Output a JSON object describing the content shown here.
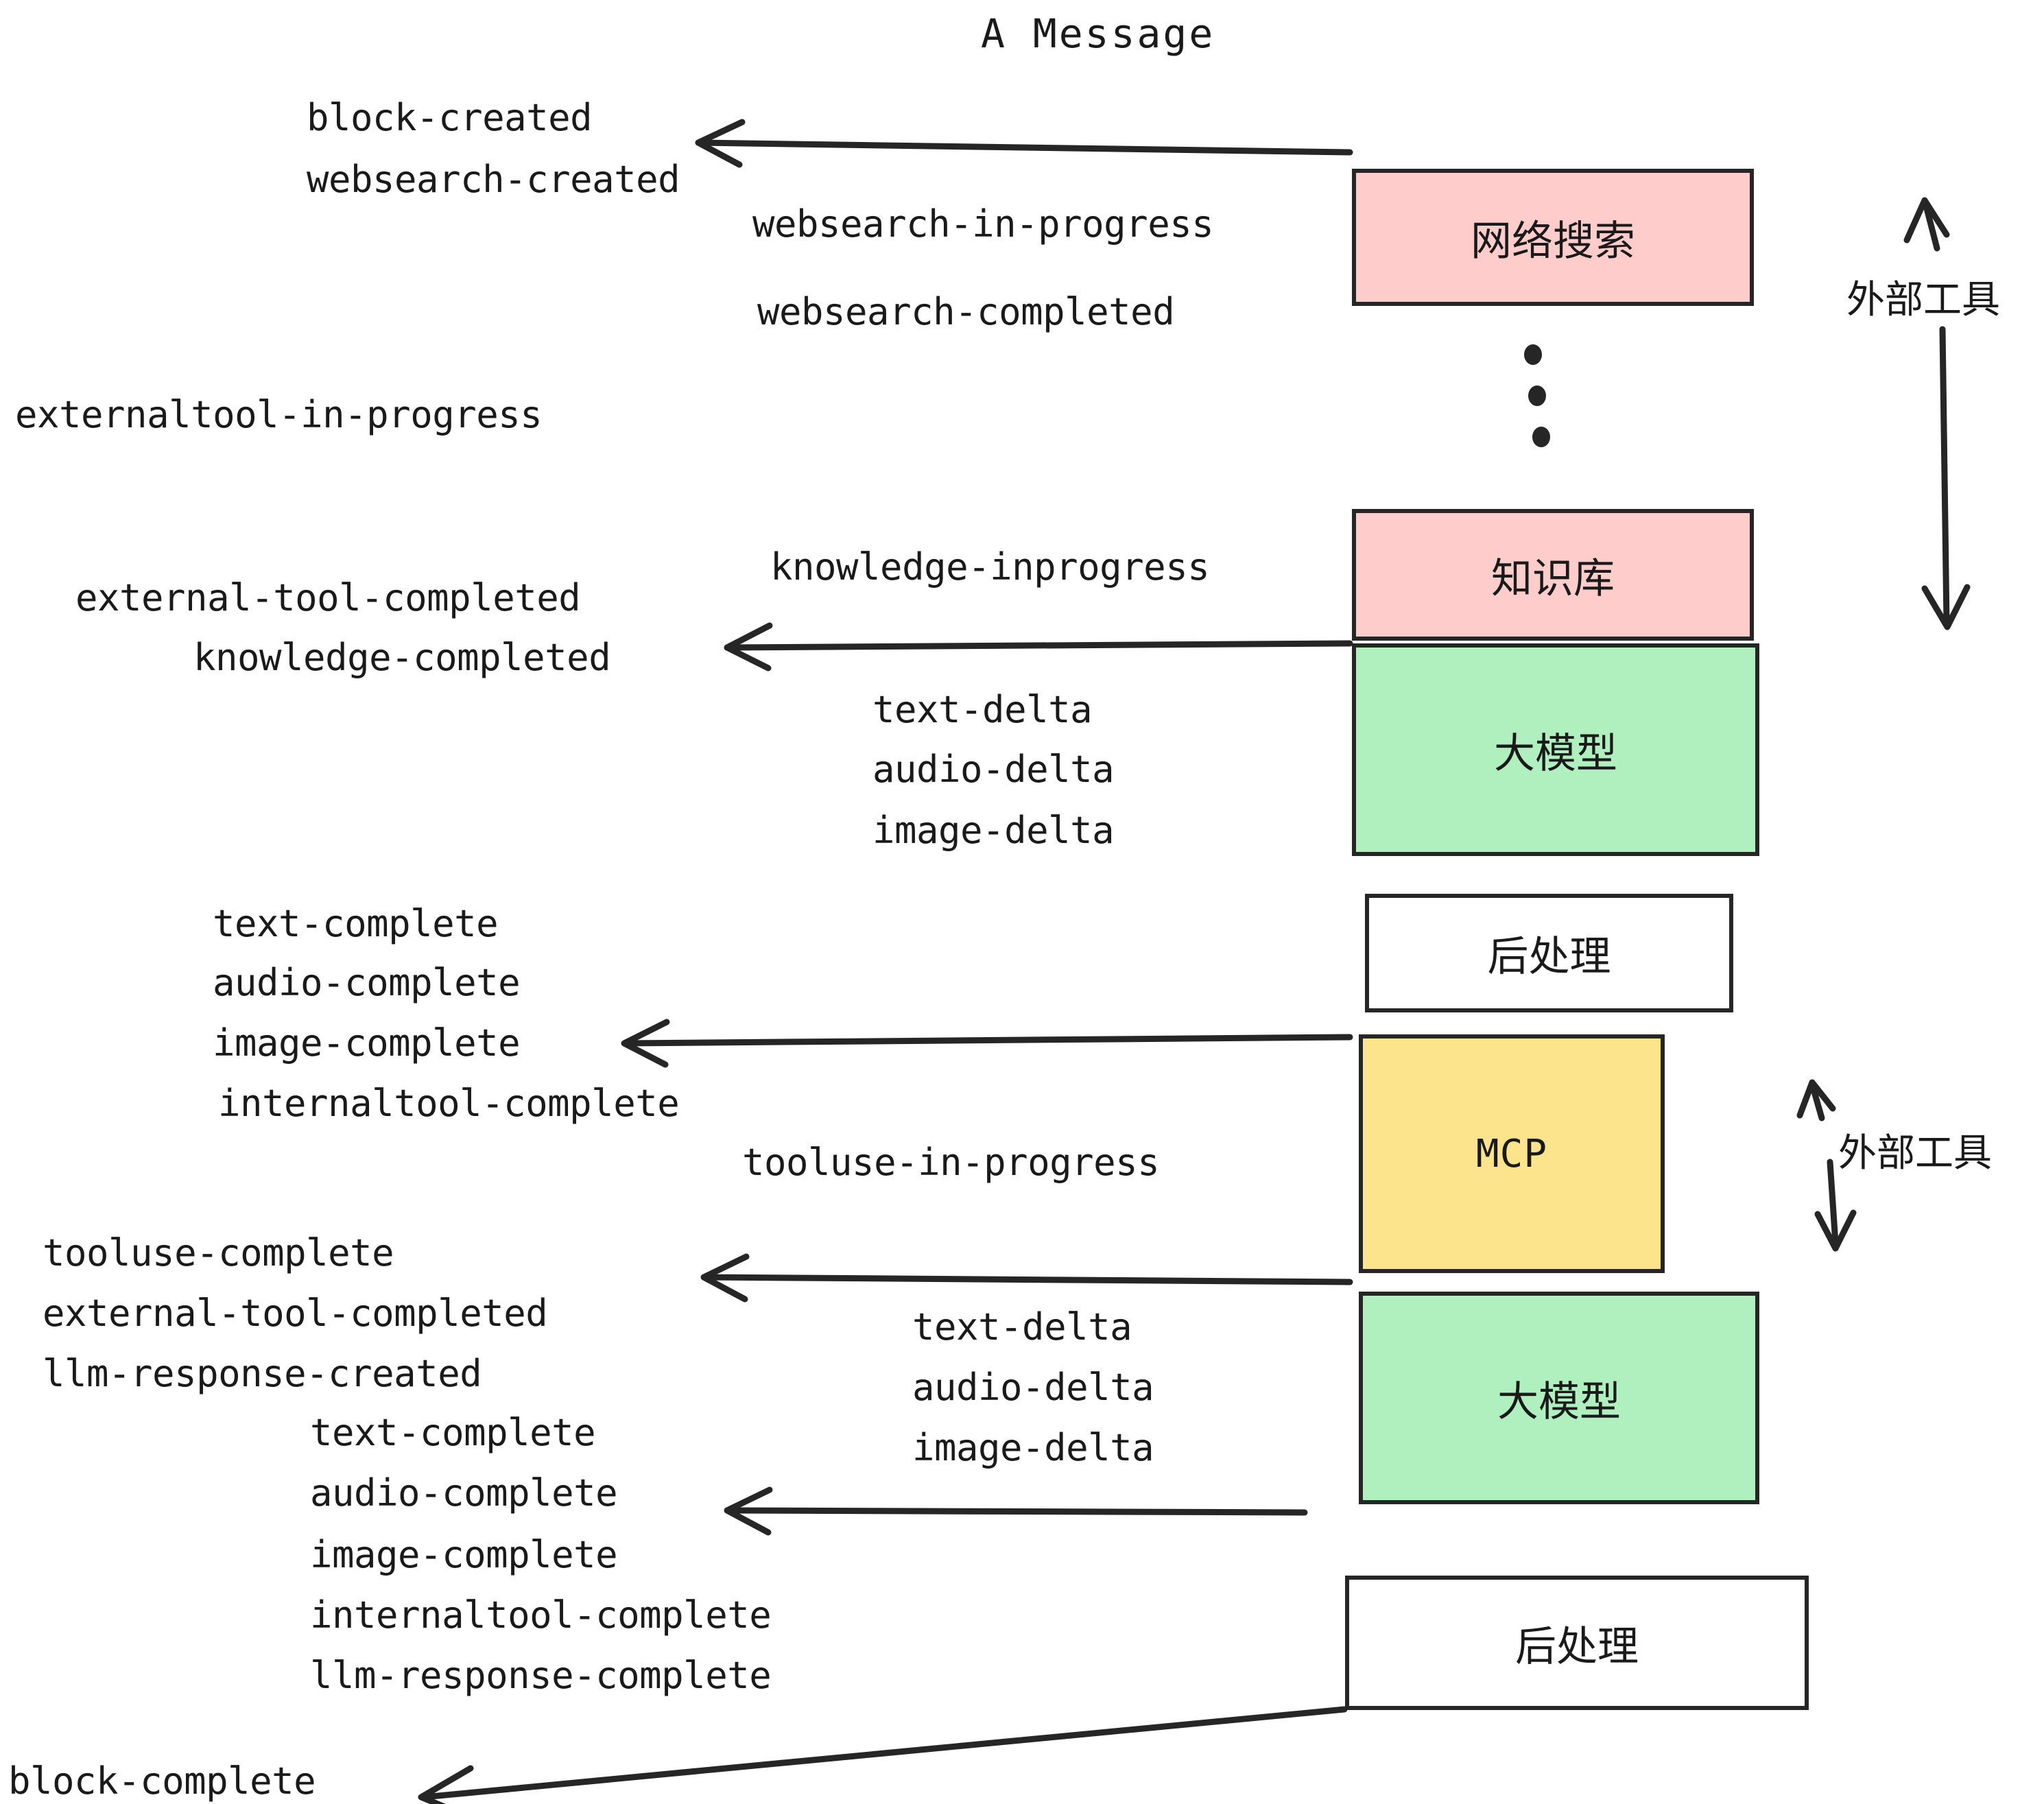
{
  "title": "A Message",
  "colors": {
    "stroke": "#262626",
    "pink": "#FFCCCC",
    "green": "#B0EFBE",
    "yellow": "#FBE48C",
    "white": "#FFFFFF",
    "text": "#1A1A1A"
  },
  "boxes": [
    {
      "id": "websearch",
      "label": "网络搜索",
      "fill": "#FFCCCC"
    },
    {
      "id": "knowledge",
      "label": "知识库",
      "fill": "#FFCCCC"
    },
    {
      "id": "llm-1",
      "label": "大模型",
      "fill": "#B0EFBE"
    },
    {
      "id": "postprocess-1",
      "label": "后处理",
      "fill": "#FFFFFF"
    },
    {
      "id": "mcp",
      "label": "MCP",
      "fill": "#FBE48C"
    },
    {
      "id": "llm-2",
      "label": "大模型",
      "fill": "#B0EFBE"
    },
    {
      "id": "postprocess-2",
      "label": "后处理",
      "fill": "#FFFFFF"
    }
  ],
  "side_labels": [
    {
      "id": "external-tool-top",
      "text": "外部工具"
    },
    {
      "id": "external-tool-bottom",
      "text": "外部工具"
    }
  ],
  "events": {
    "block_created": "block-created",
    "websearch_created": "websearch-created",
    "websearch_in_progress": "websearch-in-progress",
    "websearch_completed": "websearch-completed",
    "externaltool_in_progress": "externaltool-in-progress",
    "knowledge_inprogress": "knowledge-inprogress",
    "external_tool_completed_1": "external-tool-completed",
    "knowledge_completed": "knowledge-completed",
    "text_delta_1": "text-delta",
    "audio_delta_1": "audio-delta",
    "image_delta_1": "image-delta",
    "text_complete_1": "text-complete",
    "audio_complete_1": "audio-complete",
    "image_complete_1": "image-complete",
    "internaltool_complete_1": "internaltool-complete",
    "tooluse_in_progress": "tooluse-in-progress",
    "tooluse_complete": "tooluse-complete",
    "external_tool_completed_2": "external-tool-completed",
    "llm_response_created": "llm-response-created",
    "text_delta_2": "text-delta",
    "audio_delta_2": "audio-delta",
    "image_delta_2": "image-delta",
    "text_complete_2": "text-complete",
    "audio_complete_2": "audio-complete",
    "image_complete_2": "image-complete",
    "internaltool_complete_2": "internaltool-complete",
    "llm_response_complete": "llm-response-complete",
    "block_complete": "block-complete"
  }
}
